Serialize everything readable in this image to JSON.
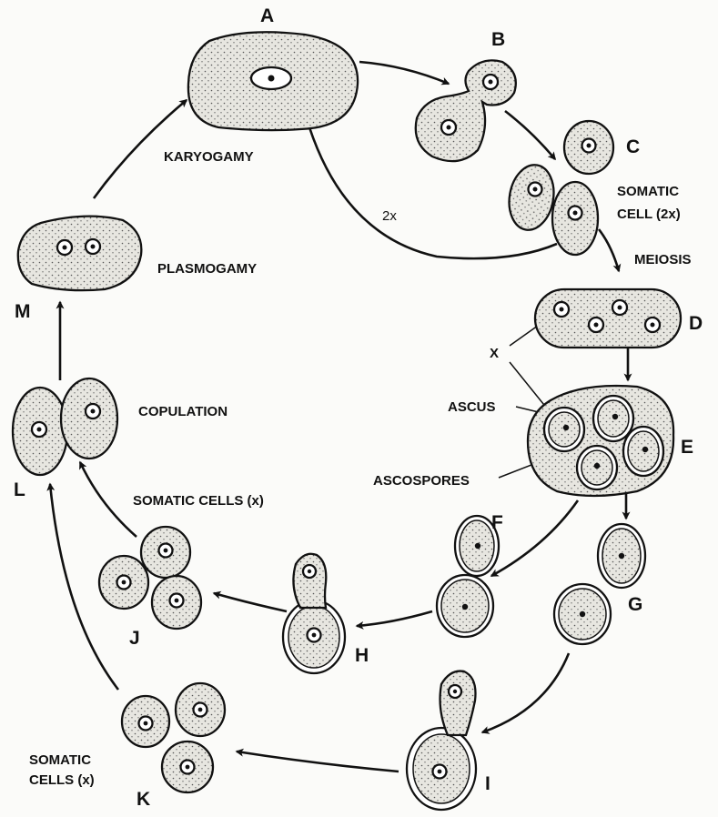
{
  "stages": {
    "A": "A",
    "B": "B",
    "C": "C",
    "D": "D",
    "E": "E",
    "F": "F",
    "G": "G",
    "H": "H",
    "I": "I",
    "J": "J",
    "K": "K",
    "L": "L",
    "M": "M"
  },
  "labels": {
    "karyogamy": "KARYOGAMY",
    "two_x": "2x",
    "somatic_cell_line1": "SOMATIC",
    "somatic_cell_line2": "CELL (2x)",
    "meiosis": "MEIOSIS",
    "x": "X",
    "ascus": "ASCUS",
    "ascospores": "ASCOSPORES",
    "plasmogamy": "PLASMOGAMY",
    "copulation": "COPULATION",
    "somatic_cells_x": "SOMATIC CELLS (x)",
    "somatic_cells_k_line1": "SOMATIC",
    "somatic_cells_k_line2": "CELLS (x)"
  },
  "colors": {
    "cell_fill": "#e6e5df",
    "ink": "#111111"
  }
}
